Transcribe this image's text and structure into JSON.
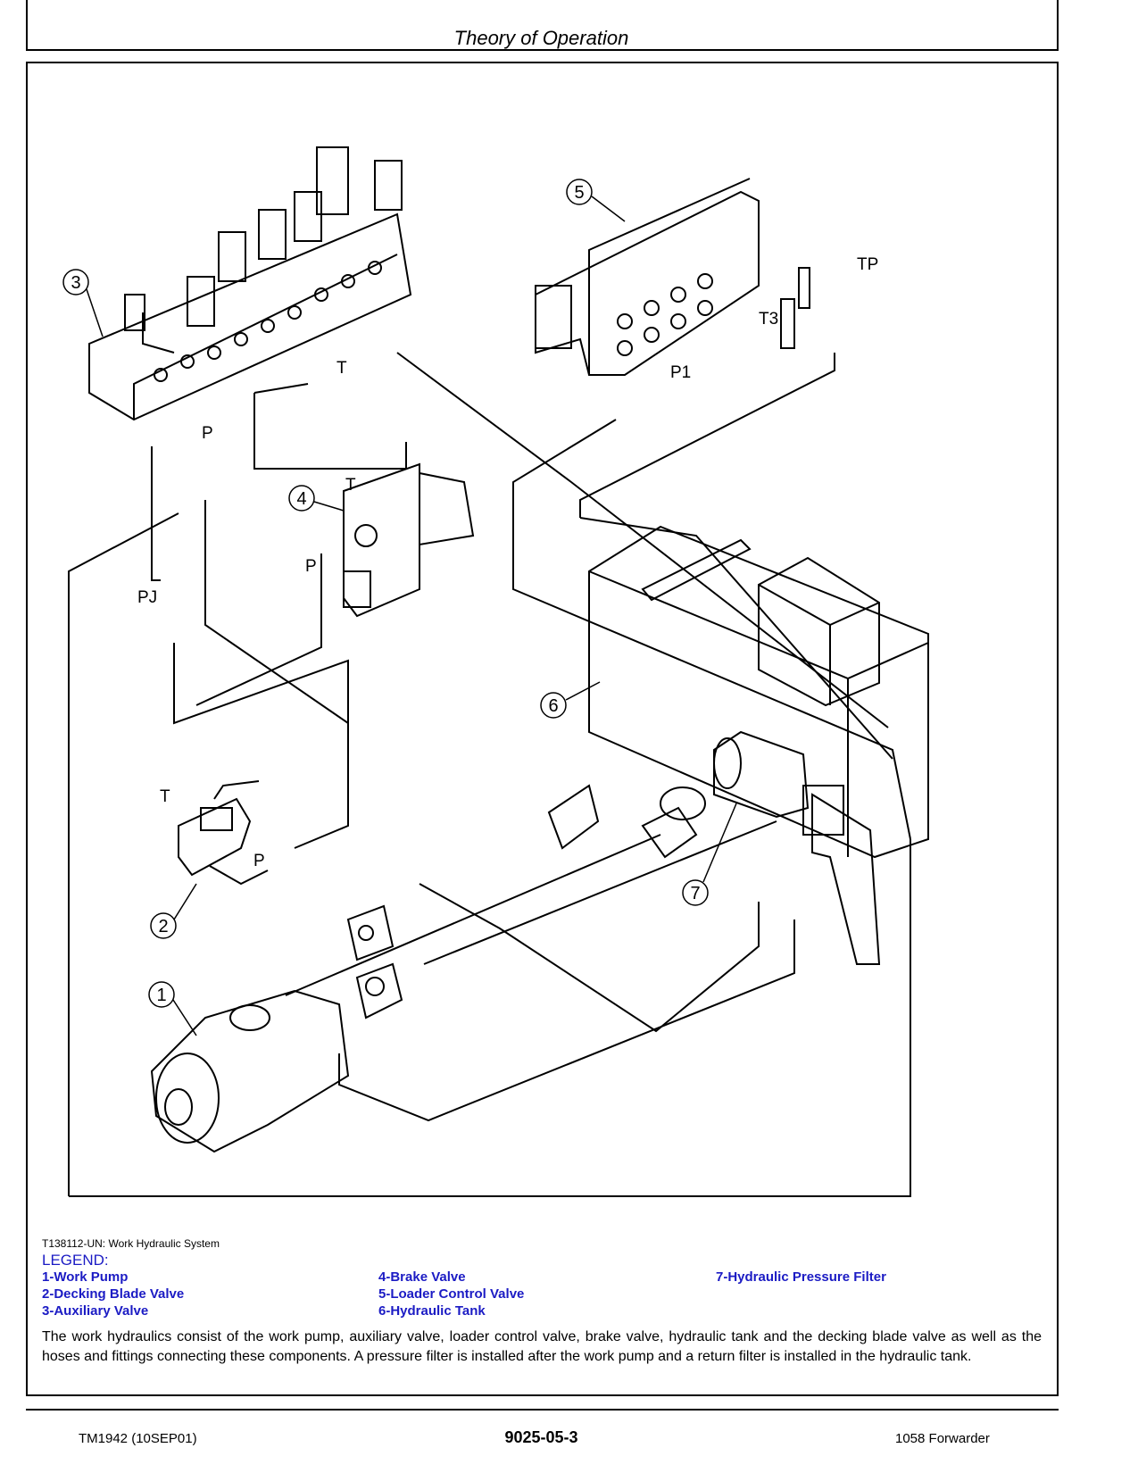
{
  "header": {
    "title": "Theory of Operation"
  },
  "diagram": {
    "callouts": [
      "1",
      "2",
      "3",
      "4",
      "5",
      "6",
      "7"
    ],
    "port_labels": {
      "aux_t": "T",
      "aux_p": "P",
      "pj": "PJ",
      "brake_t": "T",
      "brake_p": "P",
      "loader_tp": "TP",
      "loader_t3": "T3",
      "loader_p1": "P1",
      "deck_t": "T",
      "deck_p": "P"
    }
  },
  "caption": "T138112-UN: Work Hydraulic System",
  "legend": {
    "title": "LEGEND:",
    "items": [
      "1-Work Pump",
      "2-Decking Blade Valve",
      "3-Auxiliary Valve",
      "4-Brake Valve",
      "5-Loader Control Valve",
      "6-Hydraulic Tank",
      "7-Hydraulic Pressure Filter"
    ]
  },
  "description": "The work hydraulics consist of the work pump, auxiliary valve, loader control valve, brake valve, hydraulic tank and the decking blade valve as well as the hoses and fittings connecting these components. A pressure filter is installed after the work pump and a return filter is installed in the hydraulic tank.",
  "footer": {
    "left": "TM1942 (10SEP01)",
    "center": "9025-05-3",
    "right": "1058 Forwarder"
  }
}
